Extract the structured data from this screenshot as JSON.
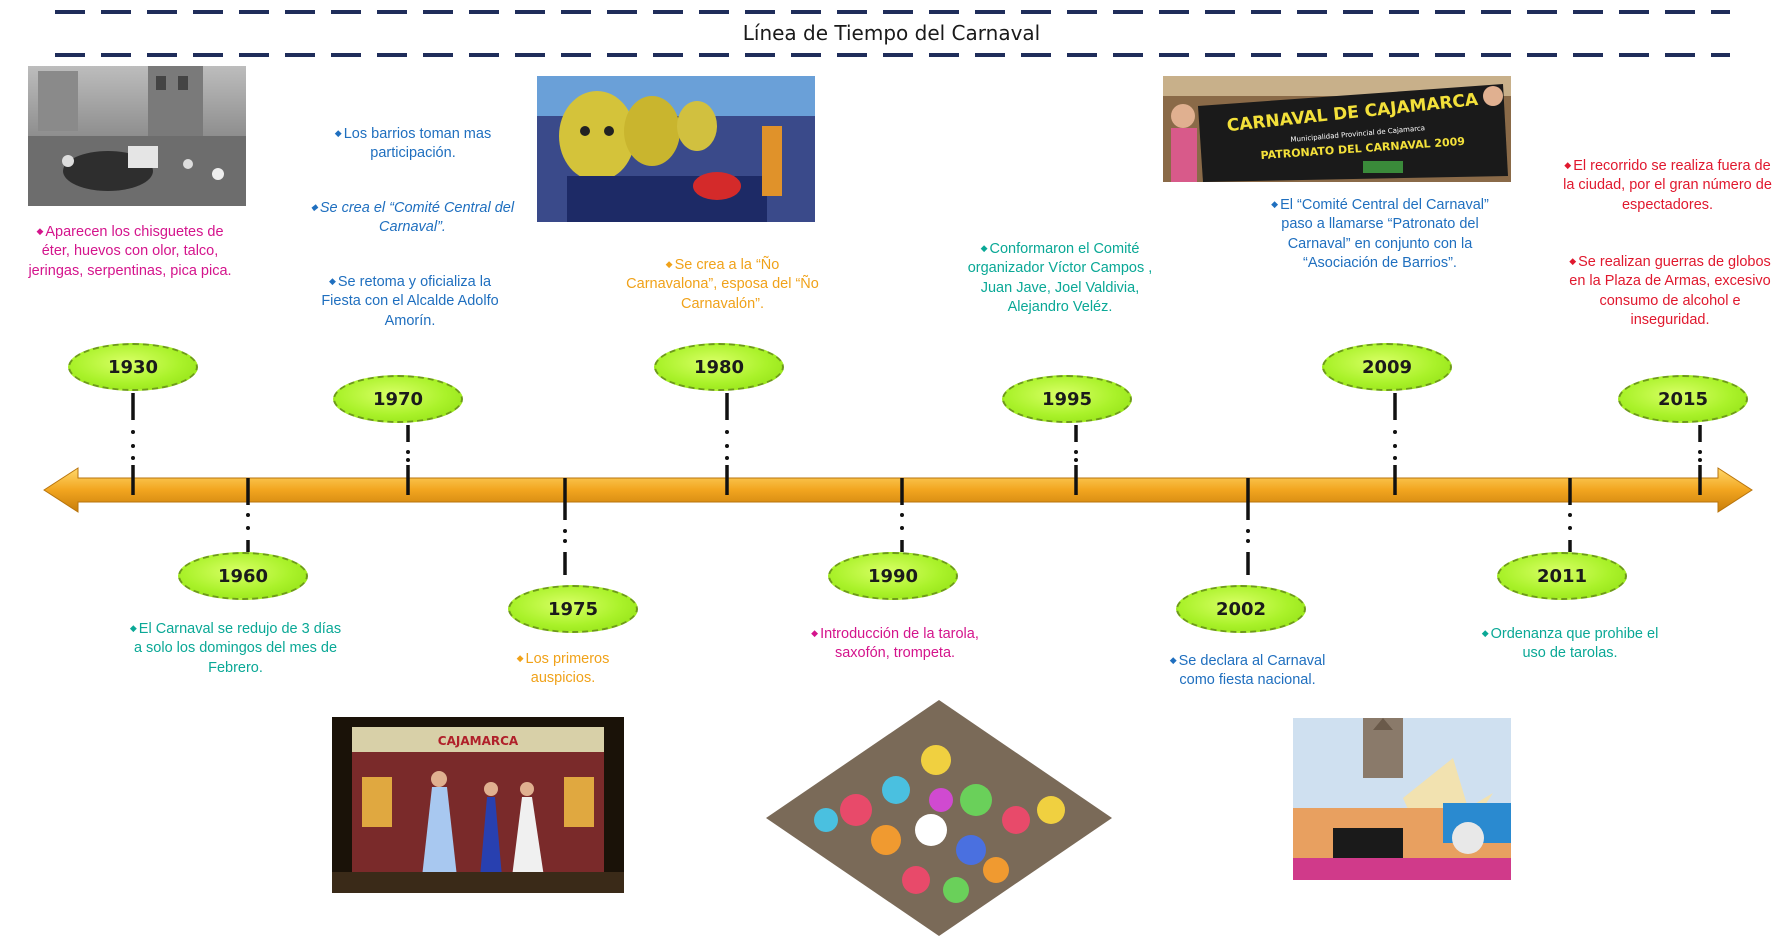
{
  "title": "Línea de Tiempo del Carnaval",
  "colors": {
    "axis": "#f2a51f",
    "axis_dark": "#c77d0a",
    "year_bubble": "#aaf22a",
    "dash": "#1f2d5a"
  },
  "events": [
    {
      "year": "1930",
      "text": "Aparecen los chisguetes de éter, huevos con olor, talco, jeringas, serpentinas, pica pica."
    },
    {
      "year": "1960",
      "text": "El Carnaval se redujo de 3 días a solo los domingos del mes de Febrero."
    },
    {
      "year": "1970",
      "texts": [
        "Los barrios toman mas participación.",
        "Se crea el “Comité Central del Carnaval”.",
        "Se retoma y oficializa la Fiesta con el Alcalde Adolfo Amorín."
      ]
    },
    {
      "year": "1975",
      "text": "Los primeros auspicios."
    },
    {
      "year": "1980",
      "text": "Se crea a la “Ño Carnavalona”, esposa del “Ño Carnavalón”."
    },
    {
      "year": "1990",
      "text": "Introducción de la tarola, saxofón, trompeta."
    },
    {
      "year": "1995",
      "text": "Conformaron el Comité organizador Víctor Campos , Juan Jave, Joel Valdivia, Alejandro Veléz."
    },
    {
      "year": "2002",
      "text": "Se declara al Carnaval como fiesta nacional."
    },
    {
      "year": "2009",
      "text": "El “Comité Central del Carnaval” paso a llamarse “Patronato del Carnaval” en conjunto con la “Asociación de Barrios”."
    },
    {
      "year": "2011",
      "text": "Ordenanza que prohibe el uso de tarolas."
    },
    {
      "year": "2015",
      "texts": [
        "El recorrido se realiza fuera de la ciudad, por el gran número de espectadores.",
        "Se realizan guerras de globos en la Plaza de Armas, excesivo consumo de alcohol e inseguridad."
      ]
    }
  ],
  "banner": {
    "line1": "CARNAVAL DE CAJAMARCA",
    "line2": "Municipalidad Provincial de Cajamarca",
    "line3": "PATRONATO DEL CARNAVAL 2009"
  },
  "stage_sign": "CAJAMARCA"
}
